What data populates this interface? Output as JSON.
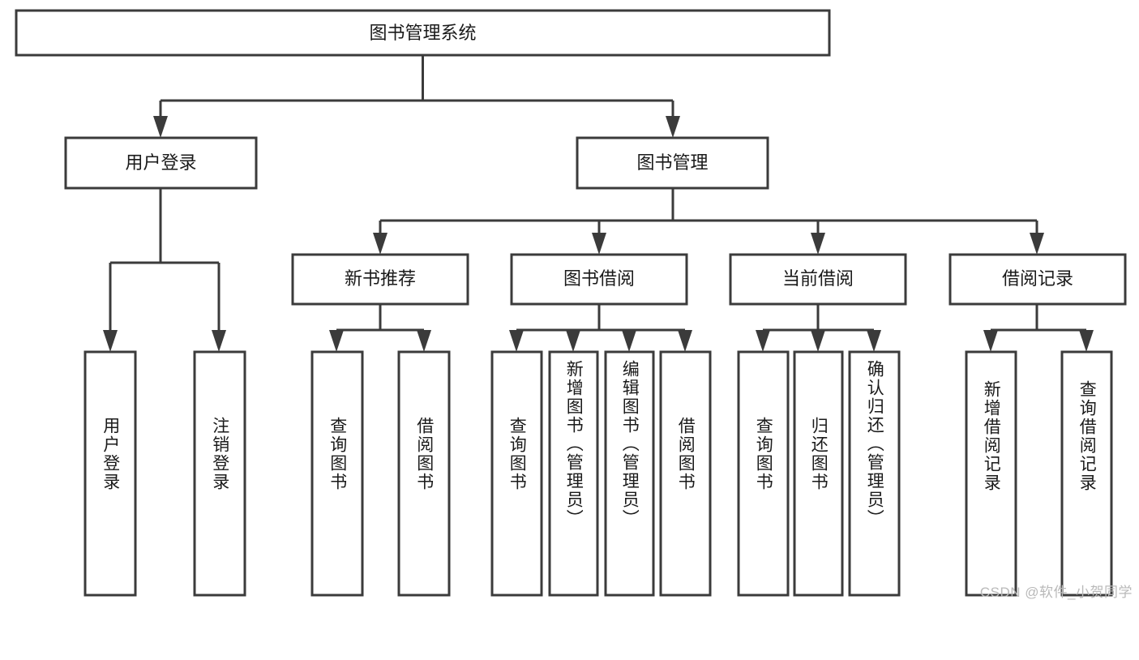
{
  "diagram": {
    "title": "图书管理系统",
    "type": "hierarchy-tree",
    "orientation": "top-down",
    "levels": 4,
    "root": {
      "id": "root",
      "label": "图书管理系统",
      "text_orientation": "horizontal"
    },
    "level2": [
      {
        "id": "user-login",
        "label": "用户登录",
        "text_orientation": "horizontal"
      },
      {
        "id": "book-manage",
        "label": "图书管理",
        "text_orientation": "horizontal"
      }
    ],
    "level3": [
      {
        "id": "new-book-recommend",
        "label": "新书推荐",
        "parent": "book-manage",
        "text_orientation": "horizontal"
      },
      {
        "id": "book-borrow",
        "label": "图书借阅",
        "parent": "book-manage",
        "text_orientation": "horizontal"
      },
      {
        "id": "current-borrow",
        "label": "当前借阅",
        "parent": "book-manage",
        "text_orientation": "horizontal"
      },
      {
        "id": "borrow-record",
        "label": "借阅记录",
        "parent": "book-manage",
        "text_orientation": "horizontal"
      }
    ],
    "leaves": [
      {
        "id": "leaf-user-login",
        "label": "用户登录",
        "parent": "user-login",
        "text_orientation": "vertical"
      },
      {
        "id": "leaf-user-logout",
        "label": "注销登录",
        "parent": "user-login",
        "text_orientation": "vertical"
      },
      {
        "id": "leaf-query-book-1",
        "label": "查询图书",
        "parent": "new-book-recommend",
        "text_orientation": "vertical"
      },
      {
        "id": "leaf-borrow-book-1",
        "label": "借阅图书",
        "parent": "new-book-recommend",
        "text_orientation": "vertical"
      },
      {
        "id": "leaf-query-book-2",
        "label": "查询图书",
        "parent": "book-borrow",
        "text_orientation": "vertical"
      },
      {
        "id": "leaf-add-book",
        "label": "新增图书（管理员）",
        "parent": "book-borrow",
        "text_orientation": "vertical"
      },
      {
        "id": "leaf-edit-book",
        "label": "编辑图书（管理员）",
        "parent": "book-borrow",
        "text_orientation": "vertical"
      },
      {
        "id": "leaf-borrow-book-2",
        "label": "借阅图书",
        "parent": "book-borrow",
        "text_orientation": "vertical"
      },
      {
        "id": "leaf-query-book-3",
        "label": "查询图书",
        "parent": "current-borrow",
        "text_orientation": "vertical"
      },
      {
        "id": "leaf-return-book",
        "label": "归还图书",
        "parent": "current-borrow",
        "text_orientation": "vertical"
      },
      {
        "id": "leaf-confirm-return",
        "label": "确认归还（管理员）",
        "parent": "current-borrow",
        "text_orientation": "vertical"
      },
      {
        "id": "leaf-add-record",
        "label": "新增借阅记录",
        "parent": "borrow-record",
        "text_orientation": "vertical"
      },
      {
        "id": "leaf-query-record",
        "label": "查询借阅记录",
        "parent": "borrow-record",
        "text_orientation": "vertical"
      }
    ],
    "colors": {
      "background": "#ffffff",
      "box_fill": "#ffffff",
      "box_stroke": "#3b3b3b",
      "connector": "#3b3b3b",
      "label_text": "#1a1a1a",
      "watermark_text": "#b9b9b9"
    }
  },
  "watermark": {
    "text": "CSDN @软件_小贺同学"
  }
}
